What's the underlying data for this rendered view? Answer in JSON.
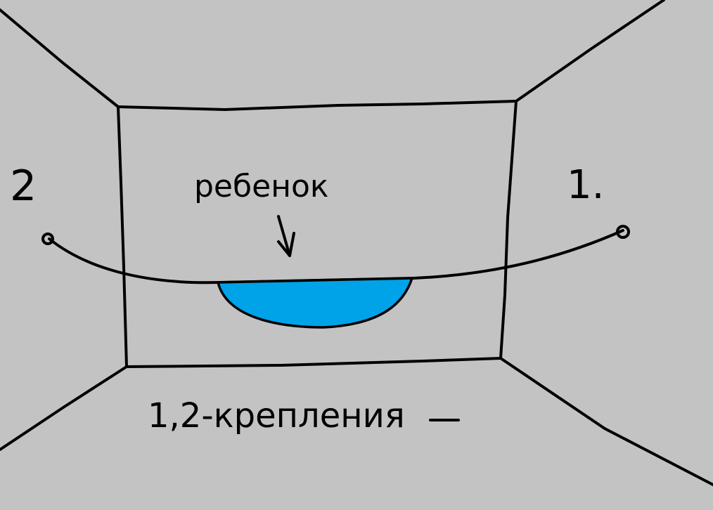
{
  "colors": {
    "background": "#c3c3c3",
    "stroke": "#000000",
    "hammock": "#00a2e8"
  },
  "labels": {
    "anchor_left": "2",
    "anchor_right": "1.",
    "child": "ребенок",
    "caption": "1,2-крепления"
  }
}
